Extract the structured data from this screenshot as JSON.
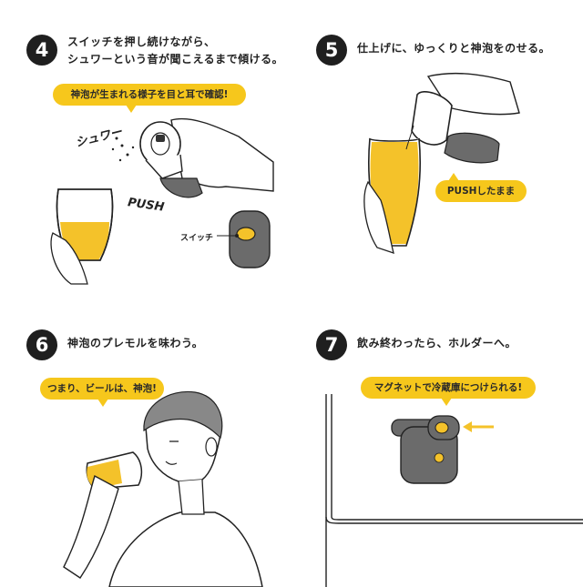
{
  "steps": [
    {
      "number": "4",
      "text_line1": "スイッチを押し続けながら、",
      "text_line2": "シュワーという音が聞こえるまで傾ける。",
      "bubble": "神泡が生まれる様子を目と耳で確認!",
      "sound_label": "シュワー",
      "push_label": "PUSH",
      "switch_label": "スイッチ"
    },
    {
      "number": "5",
      "text_line1": "仕上げに、ゆっくりと神泡をのせる。",
      "bubble": "PUSHしたまま"
    },
    {
      "number": "6",
      "text_line1": "神泡のプレモルを味わう。",
      "bubble": "つまり、ビールは、神泡!"
    },
    {
      "number": "7",
      "text_line1": "飲み終わったら、ホルダーへ。",
      "bubble": "マグネットで冷蔵庫につけられる!"
    }
  ],
  "colors": {
    "accent": "#f6c71c",
    "badge": "#1f1f1f",
    "device": "#6b6b6b",
    "beer": "#f4c22a"
  }
}
